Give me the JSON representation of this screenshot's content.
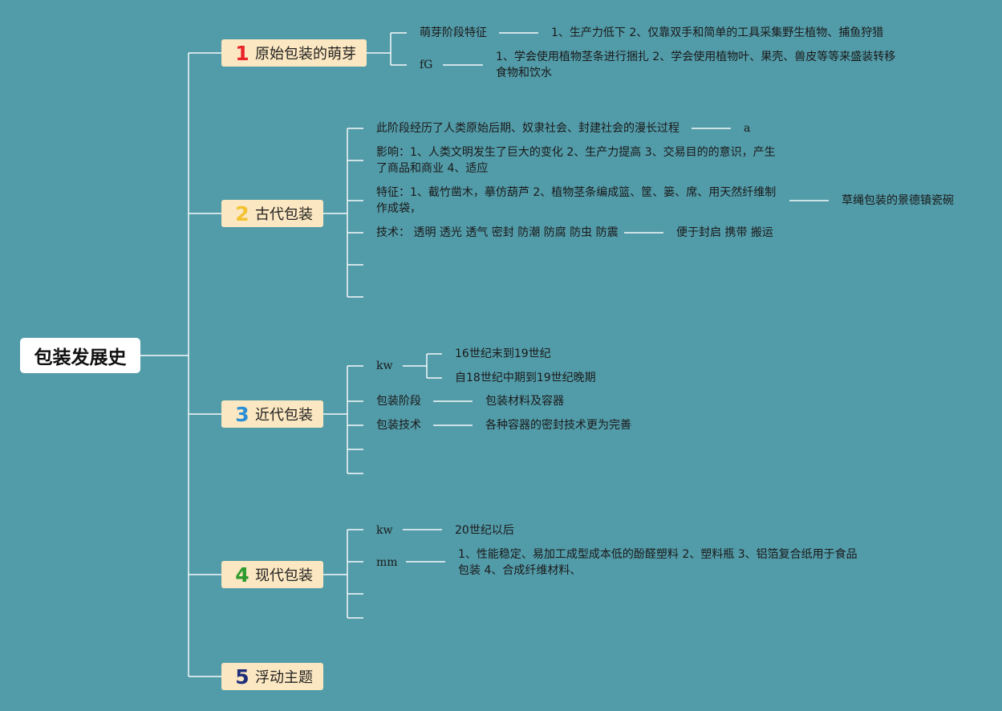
{
  "root": {
    "title": "包装发展史"
  },
  "branches": [
    {
      "num": "1",
      "num_color": "#e8232a",
      "label": "原始包装的萌芽"
    },
    {
      "num": "2",
      "num_color": "#f2c230",
      "label": "古代包装"
    },
    {
      "num": "3",
      "num_color": "#2a8fd6",
      "label": "近代包装"
    },
    {
      "num": "4",
      "num_color": "#2d9a2d",
      "label": "现代包装"
    },
    {
      "num": "5",
      "num_color": "#1f2f7a",
      "label": "浮动主题"
    }
  ],
  "b1": {
    "n1": "萌芽阶段特征",
    "n1_detail": "1、生产力低下 2、仅靠双手和简单的工具采集野生植物、捕鱼狩猎",
    "n2": "fG",
    "n2_detail": "1、学会使用植物茎条进行捆扎 2、学会使用植物叶、果壳、兽皮等等来盛装转移食物和饮水"
  },
  "b2": {
    "n1": "此阶段经历了人类原始后期、奴隶社会、封建社会的漫长过程",
    "n1_detail": "a",
    "n2": "影响：1、人类文明发生了巨大的变化 2、生产力提高 3、交易目的的意识，产生了商品和商业 4、适应",
    "n3": "特征：1、截竹凿木，摹仿葫芦 2、植物茎条编成篮、筐、篓、席、用天然纤维制作成袋，",
    "n3_detail": "草绳包装的景德镇瓷碗",
    "n4": "技术：  透明 透光 透气 密封 防潮 防腐 防虫 防震",
    "n4_detail": "便于封启 携带 搬运"
  },
  "b3": {
    "n1": "kw",
    "n1_a": "16世纪末到19世纪",
    "n1_b": "自18世纪中期到19世纪晚期",
    "n2": "包装阶段",
    "n2_detail": "包装材料及容器",
    "n3": "包装技术",
    "n3_detail": "各种容器的密封技术更为完善"
  },
  "b4": {
    "n1": "kw",
    "n1_detail": "20世纪以后",
    "n2": "mm",
    "n2_detail": "1、性能稳定、易加工成型成本低的酚醛塑料 2、塑料瓶 3、铝箔复合纸用于食品包装 4、合成纤维材料、"
  },
  "colors": {
    "background": "#529ba8",
    "line": "#ffffff",
    "branch_fill": "#fbe7c1"
  }
}
